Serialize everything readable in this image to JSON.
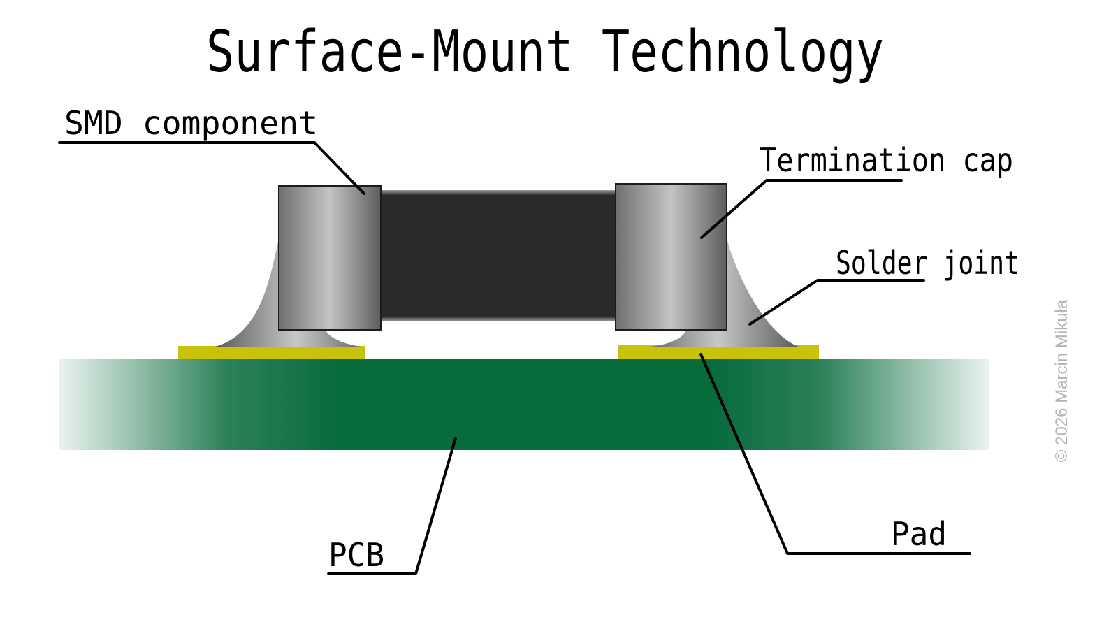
{
  "title": "Surface-Mount Technology",
  "labels": {
    "smd_component": "SMD component",
    "termination_cap": "Termination cap",
    "solder_joint": "Solder joint",
    "pcb": "PCB",
    "pad": "Pad"
  },
  "credit": "© 2026 Marcin Mikuła",
  "colors": {
    "pcb": "#076b3c",
    "pad": "#c9c20a",
    "component_body": "#2a2a2a",
    "termination_cap": "#a9a9a9",
    "solder": "#8f8f8f",
    "leader_lines": "#000000",
    "credit": "#b3b3b3"
  }
}
